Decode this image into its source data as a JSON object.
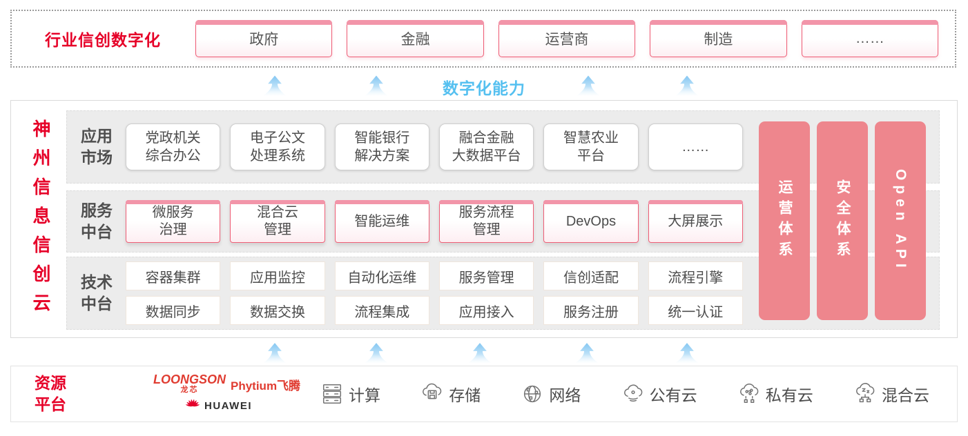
{
  "colors": {
    "accent_red": "#e60028",
    "pink_bar": "#ee868d",
    "pink_border": "#ef5d75",
    "blue_label": "#55c0f0",
    "box_text": "#4c4c4c"
  },
  "top_band": {
    "title": "行业信创数字化",
    "sectors": [
      "政府",
      "金融",
      "运营商",
      "制造",
      "……"
    ]
  },
  "capability_label": "数字化能力",
  "platform": {
    "vertical_title": "神州信息信创云",
    "app_row": {
      "label": "应用\n市场",
      "items": [
        "党政机关\n综合办公",
        "电子公文\n处理系统",
        "智能银行\n解决方案",
        "融合金融\n大数据平台",
        "智慧农业\n平台",
        "……"
      ]
    },
    "service_row": {
      "label": "服务\n中台",
      "items": [
        "微服务\n治理",
        "混合云\n管理",
        "智能运维",
        "服务流程\n管理",
        "DevOps",
        "大屏展示"
      ]
    },
    "tech_row": {
      "label": "技术\n中台",
      "items_top": [
        "容器集群",
        "应用监控",
        "自动化运维",
        "服务管理",
        "信创适配",
        "流程引擎"
      ],
      "items_bottom": [
        "数据同步",
        "数据交换",
        "流程集成",
        "应用接入",
        "服务注册",
        "统一认证"
      ]
    },
    "side_bars": [
      "运营体系",
      "安全体系",
      "Open API"
    ]
  },
  "resources": {
    "title": "资源\n平台",
    "vendors": {
      "loongson": "LOONGSON",
      "loongson_cn": "龙芯",
      "phytium": "Phytium飞腾",
      "huawei": "HUAWEI"
    },
    "items": [
      {
        "icon": "compute-icon",
        "label": "计算"
      },
      {
        "icon": "storage-icon",
        "label": "存储"
      },
      {
        "icon": "network-icon",
        "label": "网络"
      },
      {
        "icon": "public-cloud-icon",
        "label": "公有云"
      },
      {
        "icon": "private-cloud-icon",
        "label": "私有云"
      },
      {
        "icon": "hybrid-cloud-icon",
        "label": "混合云"
      }
    ]
  }
}
